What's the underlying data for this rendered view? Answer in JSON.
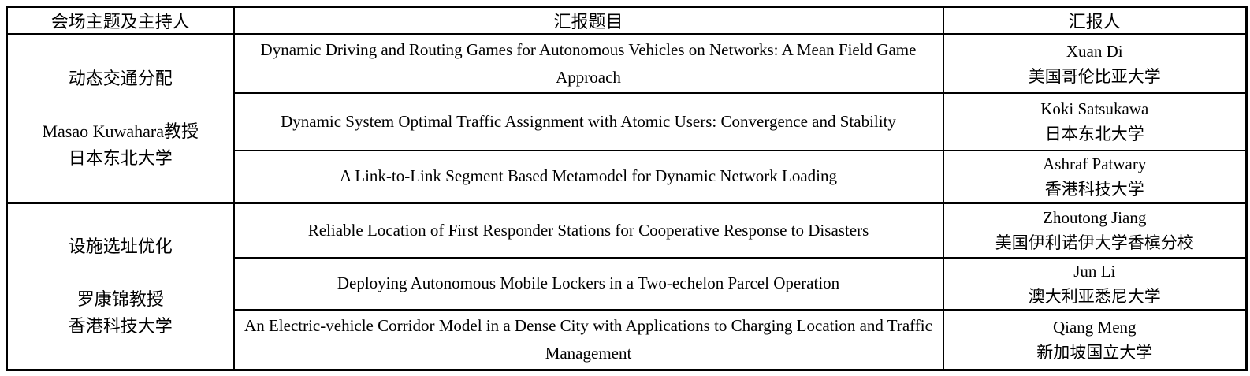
{
  "table": {
    "headers": {
      "session": "会场主题及主持人",
      "title": "汇报题目",
      "presenter": "汇报人"
    },
    "sessions": [
      {
        "theme": "动态交通分配",
        "chair": "Masao Kuwahara教授",
        "chair_affiliation": "日本东北大学",
        "talks": [
          {
            "title": "Dynamic Driving and Routing Games for Autonomous Vehicles on Networks: A Mean Field Game Approach",
            "presenter": "Xuan Di",
            "affiliation": "美国哥伦比亚大学"
          },
          {
            "title": "Dynamic System Optimal Traffic Assignment with Atomic Users: Convergence and Stability",
            "presenter": "Koki Satsukawa",
            "affiliation": "日本东北大学"
          },
          {
            "title": "A Link-to-Link Segment Based Metamodel for Dynamic Network Loading",
            "presenter": "Ashraf Patwary",
            "affiliation": "香港科技大学"
          }
        ]
      },
      {
        "theme": "设施选址优化",
        "chair": "罗康锦教授",
        "chair_affiliation": "香港科技大学",
        "talks": [
          {
            "title": "Reliable Location of First Responder Stations for Cooperative Response to Disasters",
            "presenter": "Zhoutong Jiang",
            "affiliation": "美国伊利诺伊大学香槟分校"
          },
          {
            "title": "Deploying Autonomous Mobile Lockers in a Two-echelon Parcel Operation",
            "presenter": "Jun Li",
            "affiliation": "澳大利亚悉尼大学"
          },
          {
            "title": "An Electric-vehicle Corridor Model in a Dense City with Applications to Charging Location and Traffic Management",
            "presenter": "Qiang Meng",
            "affiliation": "新加坡国立大学"
          }
        ]
      }
    ]
  }
}
